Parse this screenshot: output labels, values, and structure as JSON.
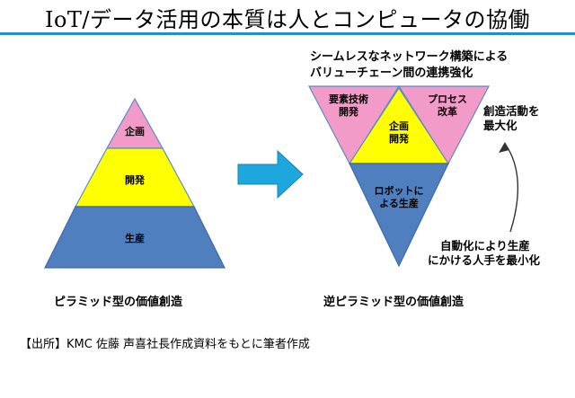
{
  "title": "IoT/データ活用の本質は人とコンピュータの協働",
  "colors": {
    "accent_rule": "#1f8fd0",
    "pink": "#f29ac8",
    "yellow": "#ffff00",
    "blue": "#4f7fbf",
    "arrow": "#1ea7dc"
  },
  "left_pyramid": {
    "top_label": "企画",
    "middle_label": "開発",
    "bottom_label": "生産",
    "caption": "ピラミッド型の価値創造"
  },
  "right_pyramid": {
    "header_line1": "シームレスなネットワーク構築による",
    "header_line2": "バリューチェーン間の連携強化",
    "left_label_line1": "要素技術",
    "left_label_line2": "開発",
    "right_label_line1": "プロセス",
    "right_label_line2": "改革",
    "center_label_line1": "企画",
    "center_label_line2": "開発",
    "bottom_label_line1": "ロボットに",
    "bottom_label_line2": "よる生産",
    "caption": "逆ピラミッド型の価値創造"
  },
  "annotations": {
    "top_right_line1": "創造活動を",
    "top_right_line2": "最大化",
    "bottom_right_line1": "自動化により生産",
    "bottom_right_line2": "にかける人手を最小化"
  },
  "source": "【出所】KMC 佐藤 声喜社長作成資料をもとに筆者作成"
}
